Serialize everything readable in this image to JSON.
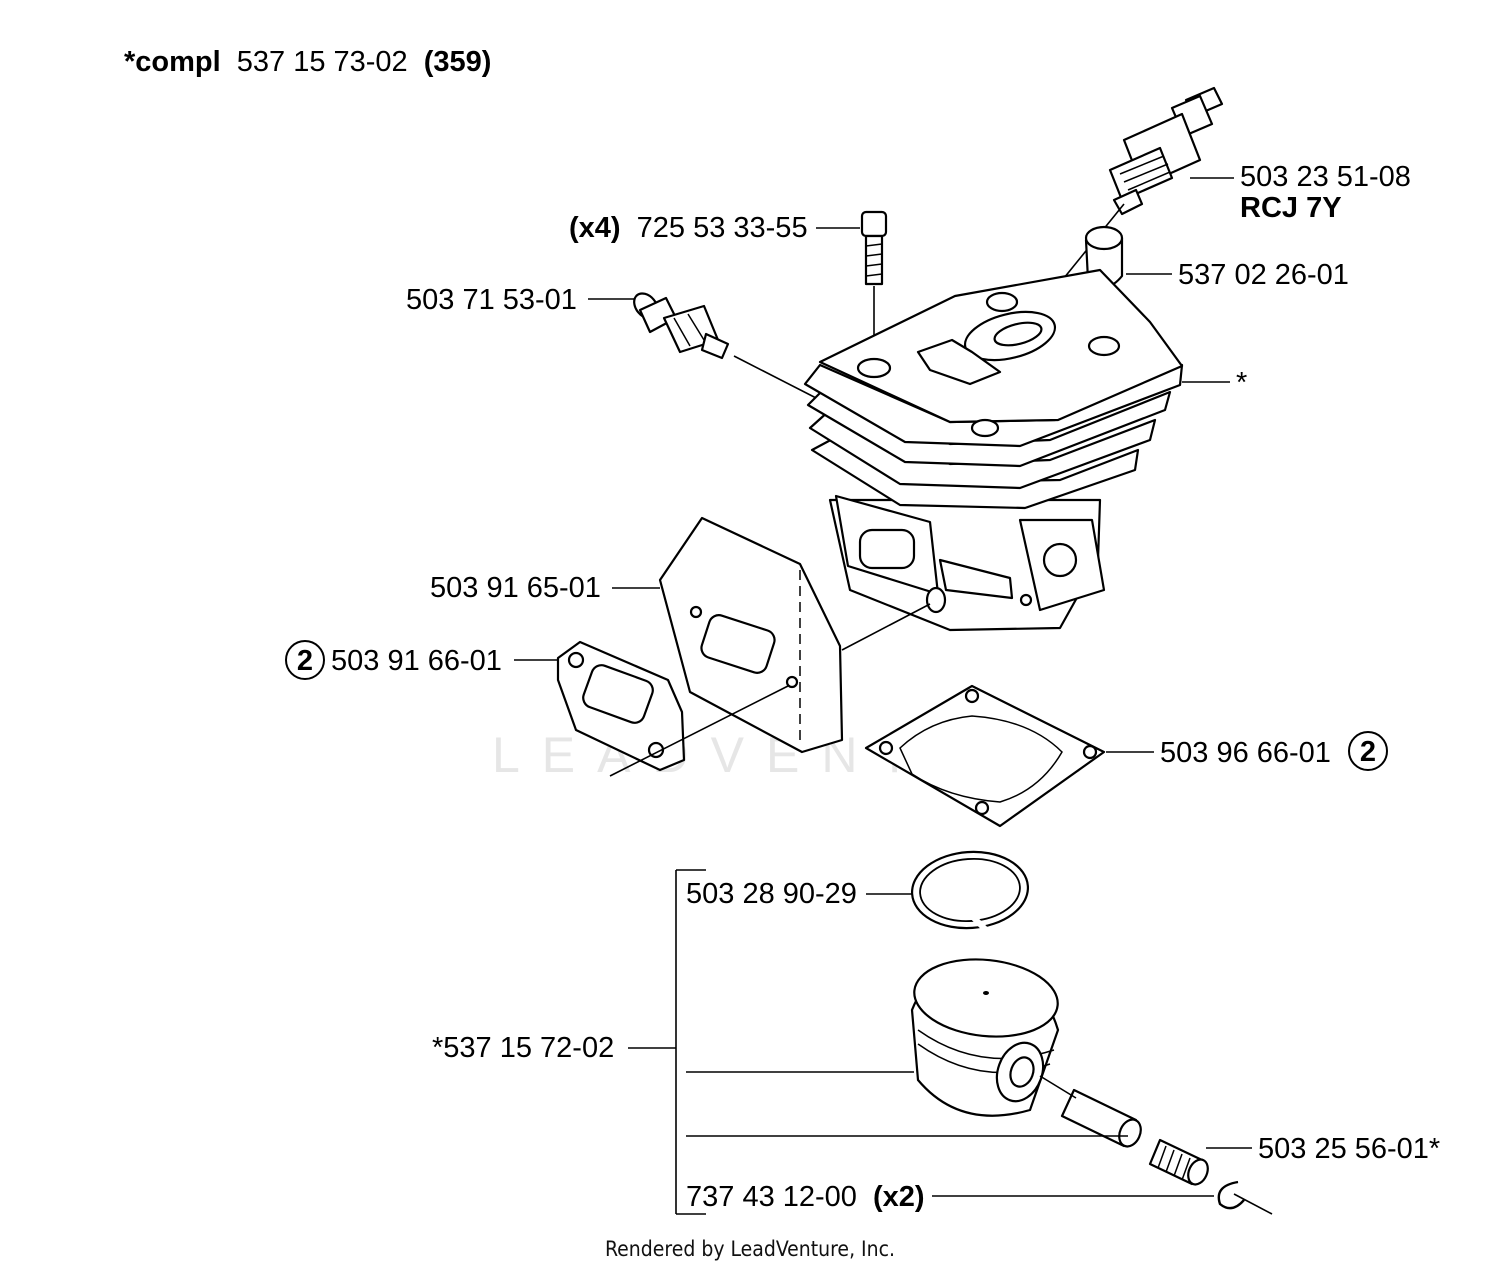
{
  "header": {
    "prefix": "*compl",
    "number": "537 15 73-02",
    "model": "(359)"
  },
  "labels": {
    "spark_plug_number": "503 23 51-08",
    "spark_plug_type": "RCJ 7Y",
    "screw_qty": "(x4)",
    "screw_number": "725 53 33-55",
    "decompression_valve": "503 71 53-01",
    "cap": "537 02 26-01",
    "cylinder_marker": "*",
    "heat_shield": "503 91 65-01",
    "muffler_gasket": "503 91 66-01",
    "muffler_gasket_ref": "2",
    "base_gasket": "503 96 66-01",
    "base_gasket_ref": "2",
    "piston_ring": "503 28 90-29",
    "piston_kit": "*537 15 72-02",
    "needle_bearing": "503 25 56-01*",
    "circlip_number": "737 43 12-00",
    "circlip_qty": "(x2)"
  },
  "watermark": "LEADVENTURE",
  "footer": "Rendered by LeadVenture, Inc."
}
